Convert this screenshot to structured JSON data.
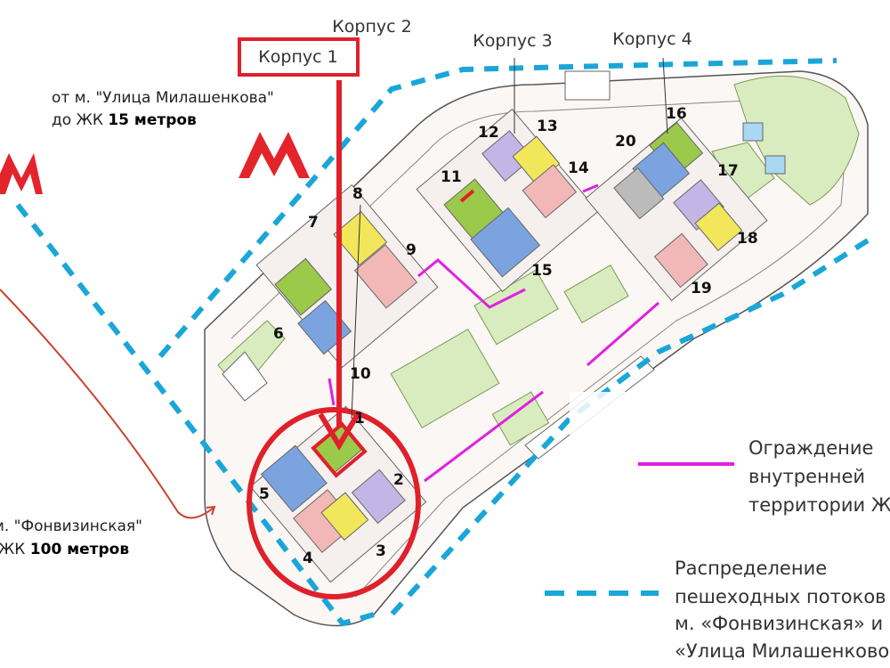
{
  "title": "Схема ЖК",
  "building_labels": {
    "korpus1": "Корпус 1",
    "korpus2": "Корпус 2",
    "korpus3": "Корпус 3",
    "korpus4": "Корпус 4"
  },
  "metro_notes": {
    "milashenkova_line1": "от м. \"Улица Милашенкова\"",
    "milashenkova_line2_prefix": "до ЖК ",
    "milashenkova_line2_bold": "15 метров",
    "fonvizinskaya_line1": "м. \"Фонвизинская\"",
    "fonvizinskaya_line2_prefix": "ЖК ",
    "fonvizinskaya_line2_bold": "100 метров"
  },
  "section_numbers": [
    "1",
    "2",
    "3",
    "4",
    "5",
    "6",
    "7",
    "8",
    "9",
    "10",
    "11",
    "12",
    "13",
    "14",
    "15",
    "16",
    "17",
    "18",
    "19",
    "20"
  ],
  "legend": {
    "fence": [
      "Ограждение",
      "внутренней",
      "территории ЖК"
    ],
    "pedestrian": [
      "Распределение",
      "пешеходных потоков",
      "м. «Фонвизинская» и",
      "«Улица Милашенково»"
    ]
  },
  "colors": {
    "metro_red": "#e3242b",
    "highlight_red": "#e0202a",
    "fence_magenta": "#e020e0",
    "path_blue": "#1aa6d8",
    "green": "#9bc94a",
    "blue_apt": "#7aa3e0",
    "pink_apt": "#f2b8b8",
    "yellow_apt": "#f2e65a",
    "violet_apt": "#c3b6e6"
  }
}
